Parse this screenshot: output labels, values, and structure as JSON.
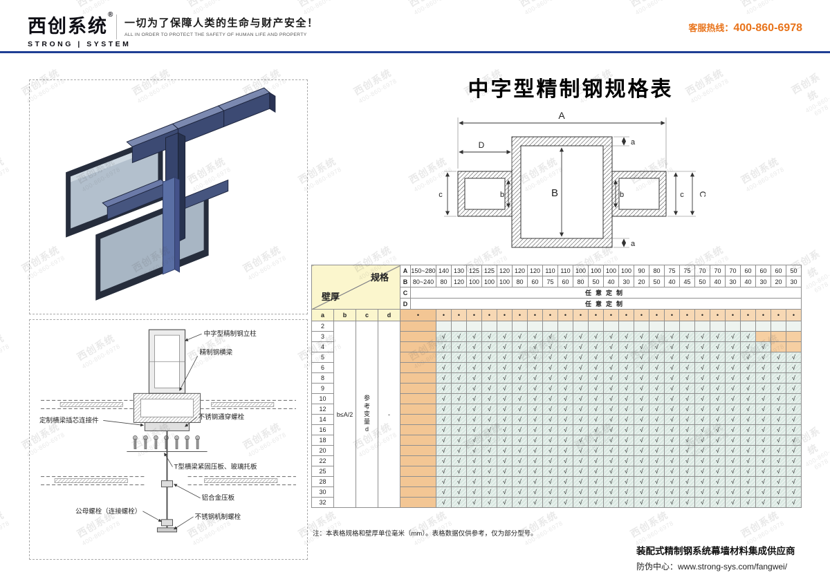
{
  "colors": {
    "header_rule_blue": "#1e3f94",
    "hotline_orange": "#e8731a",
    "corner_yellow": "#fbf6cd",
    "cell_peach": "#f3c694",
    "cell_peach_light": "#f7d8b4",
    "cell_green": "#dbe9e3",
    "steel_blue": "#36446d"
  },
  "watermark": {
    "line1": "西创系统",
    "line2": "400-860-6978"
  },
  "header": {
    "logo_cn": "西创系统",
    "logo_reg": "®",
    "logo_en": "STRONG | SYSTEM",
    "tagline_cn": "一切为了保障人类的生命与财产安全！",
    "tagline_en": "ALL IN ORDER TO PROTECT THE SAFETY OF HUMAN LIFE AND PROPERTY",
    "hotline_label": "客服热线：",
    "hotline_number": "400-860-6978"
  },
  "title": "中字型精制钢规格表",
  "profile": {
    "dims": {
      "A": "A",
      "B": "B",
      "C": "C",
      "D": "D",
      "a": "a",
      "b": "b",
      "c": "c"
    }
  },
  "section_drawing": {
    "labels": [
      "中字型精制钢立柱",
      "精制钢横梁",
      "定制横梁插芯连接件",
      "不锈钢通穿螺栓",
      "T型横梁紧固压板、玻璃托板",
      "铝合金压板",
      "公母螺栓（连接螺栓）",
      "不锈钢机制螺栓"
    ]
  },
  "table": {
    "corner_top": "规格",
    "corner_bottom": "壁厚",
    "spec_row_a_label": "A",
    "spec_row_a": [
      "150~280",
      "140",
      "130",
      "125",
      "125",
      "120",
      "120",
      "120",
      "110",
      "110",
      "100",
      "100",
      "100",
      "100",
      "90",
      "80",
      "75",
      "75",
      "70",
      "70",
      "70",
      "60",
      "60",
      "60",
      "50"
    ],
    "spec_row_b_label": "B",
    "spec_row_b": [
      "80~240",
      "80",
      "120",
      "100",
      "100",
      "100",
      "80",
      "60",
      "75",
      "60",
      "80",
      "50",
      "40",
      "30",
      "20",
      "50",
      "40",
      "45",
      "50",
      "40",
      "30",
      "40",
      "30",
      "20",
      "30"
    ],
    "spec_row_c_label": "C",
    "spec_row_c_value": "任意定制",
    "spec_row_d_label": "D",
    "spec_row_d_value": "任意定制",
    "col_headers": [
      "a",
      "b",
      "c",
      "d"
    ],
    "dot": "•",
    "check": "√",
    "b_note": "b≤A/2",
    "cd_note": "参考变量d",
    "d_note": "-",
    "rows": [
      {
        "a": "2",
        "cells": "000000000000000000000000"
      },
      {
        "a": "3",
        "cells": "111111111111111111111xxx"
      },
      {
        "a": "4",
        "cells": "1111111111111111111111xx"
      },
      {
        "a": "5",
        "cells": "111111111111111111111111"
      },
      {
        "a": "6",
        "cells": "111111111111111111111111"
      },
      {
        "a": "8",
        "cells": "111111111111111111111111"
      },
      {
        "a": "9",
        "cells": "111111111111111111111111"
      },
      {
        "a": "10",
        "cells": "111111111111111111111111"
      },
      {
        "a": "12",
        "cells": "111111111111111111111111"
      },
      {
        "a": "14",
        "cells": "111111111111111111111111"
      },
      {
        "a": "16",
        "cells": "111111111111111111111111"
      },
      {
        "a": "18",
        "cells": "111111111111111111111111"
      },
      {
        "a": "20",
        "cells": "111111111111111111111111"
      },
      {
        "a": "22",
        "cells": "111111111111111111111111"
      },
      {
        "a": "25",
        "cells": "111111111111111111111111"
      },
      {
        "a": "28",
        "cells": "111111111111111111111111"
      },
      {
        "a": "30",
        "cells": "111111111111111111111111"
      },
      {
        "a": "32",
        "cells": "111111111111111111111111"
      }
    ]
  },
  "note": "注：本表格规格和壁厚单位毫米（mm）。表格数据仅供参考，仅为部分型号。",
  "footer": {
    "line1": "装配式精制钢系统幕墙材料集成供应商",
    "line2": "防伪中心：www.strong-sys.com/fangwei/"
  }
}
